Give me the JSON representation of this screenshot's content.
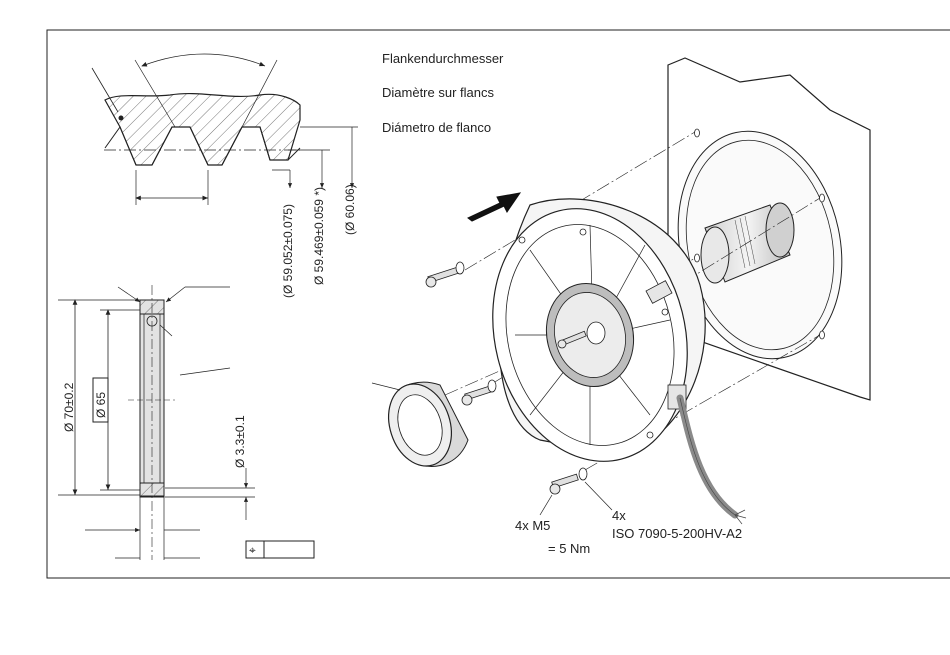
{
  "labels": {
    "flank_de": "Flankendurchmesser",
    "flank_fr": "Diamètre sur flancs",
    "flank_es": "Diámetro de flanco",
    "dim_59052": "(Ø 59.052±0.075)",
    "dim_59469": "Ø 59.469±0.059 *)",
    "dim_6006": "(Ø 60.06)",
    "dim_70": "Ø 70±0.2",
    "dim_65": "Ø 65",
    "dim_33": "Ø 3.3±0.1",
    "screw_count": "4x M5",
    "torque": "= 5 Nm",
    "washer_count": "4x",
    "washer_spec": "ISO 7090-5-200HV-A2",
    "position_symbol": "⌖"
  },
  "colors": {
    "line": "#222222",
    "hatch": "#555555",
    "part_fill": "#f2f2f2",
    "part_shade": "#d9d9d9",
    "cable": "#8a8a8a",
    "arrow": "#111111"
  }
}
